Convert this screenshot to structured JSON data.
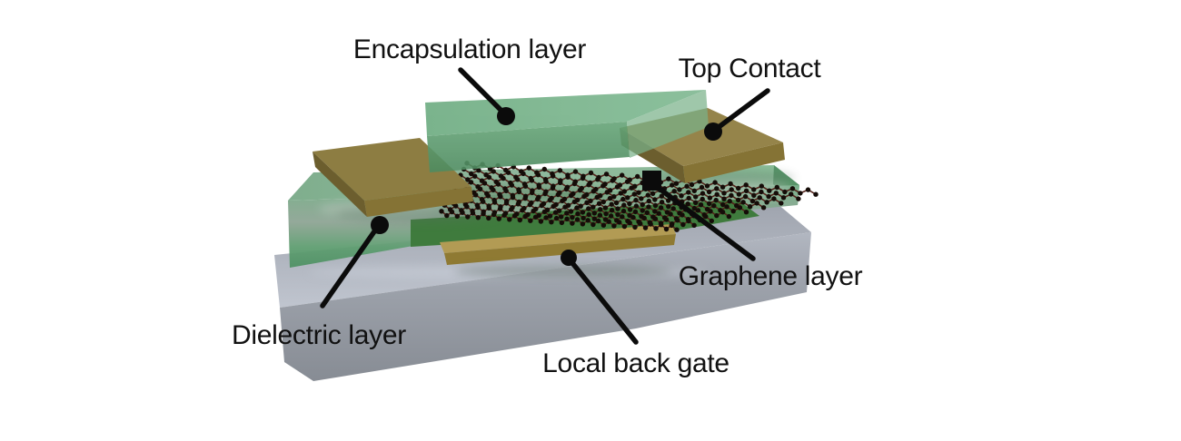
{
  "figure": {
    "type": "3d-device-schematic",
    "background": "#ffffff",
    "labels": {
      "encapsulation": "Encapsulation layer",
      "top_contact": "Top Contact",
      "graphene": "Graphene layer",
      "dielectric": "Dielectric layer",
      "back_gate": "Local back gate"
    },
    "colors": {
      "encapsulation_top": "#6fae84",
      "encapsulation_front": "#5a9a6d",
      "encapsulation_side": "#7db28d",
      "dielectric_top": "#7cab8c",
      "dielectric_front": "#63a276",
      "dielectric_side": "#4e8f60",
      "substrate_top": "#aeb3bd",
      "substrate_front": "#9aa0a8",
      "gold_top": "#95844a",
      "gold_top_left": "#8d7d42",
      "gold_front_dark": "#6c5e2e",
      "gold_front_light": "#857335",
      "gate_pad": "#3f7b3d",
      "back_gate_top": "#b29b54",
      "back_gate_front": "#8f7a33",
      "graphene_dot": "#150c08",
      "graphene_bond": "#54231a",
      "leader": "#0b0b0b",
      "label_text": "#111111"
    },
    "lattice": {
      "rows": 9,
      "cols": 46
    }
  }
}
